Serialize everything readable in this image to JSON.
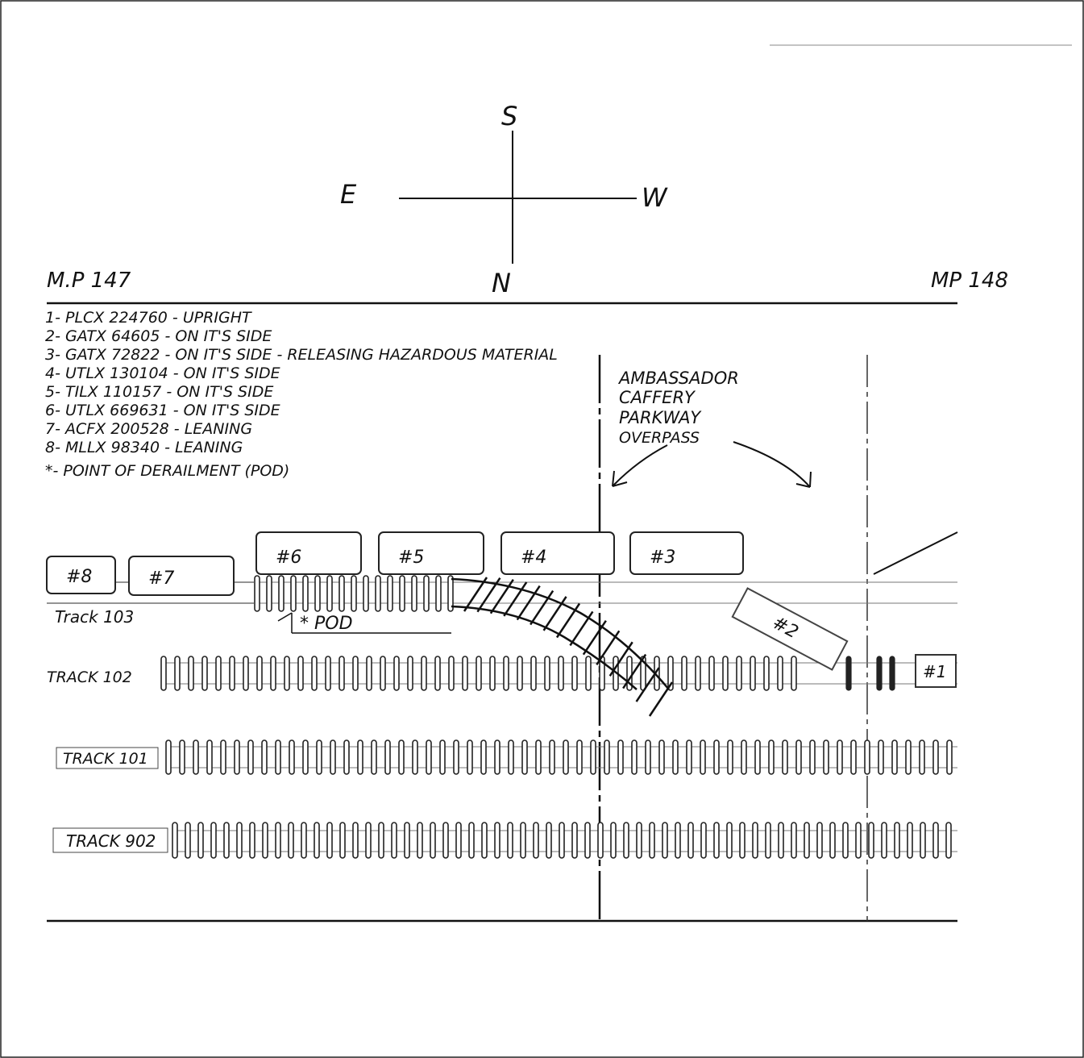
{
  "compass": {
    "south": "S",
    "east": "E",
    "west": "W",
    "north": "N"
  },
  "mileposts": {
    "left": "M.P 147",
    "right": "MP 148"
  },
  "legend": [
    {
      "num": "1",
      "text": "- PLCX 224760 - UPRIGHT"
    },
    {
      "num": "2",
      "text": "- GATX 64605 - ON IT'S SIDE"
    },
    {
      "num": "3",
      "text": "- GATX 72822 - ON IT'S SIDE - RELEASING HAZARDOUS MATERIAL"
    },
    {
      "num": "4",
      "text": "- UTLX 130104 - ON IT'S SIDE"
    },
    {
      "num": "5",
      "text": "- TILX 110157 - ON IT'S SIDE"
    },
    {
      "num": "6",
      "text": "- UTLX 669631 - ON IT'S SIDE"
    },
    {
      "num": "7",
      "text": "- ACFX 200528 - LEANING"
    },
    {
      "num": "8",
      "text": "- MLLX 98340 - LEANING"
    },
    {
      "num": "*",
      "text": "- POINT OF DERAILMENT (POD)"
    }
  ],
  "overpass_label": [
    "AMBASSADOR",
    "CAFFERY",
    "PARKWAY",
    "OVERPASS"
  ],
  "pod_label": "* POD",
  "tracks": {
    "t103": "Track 103",
    "t102": "TRACK 102",
    "t101": "TRACK 101",
    "t902": "TRACK 902"
  },
  "cars": [
    "#8",
    "#7",
    "#6",
    "#5",
    "#4",
    "#3",
    "#2",
    "#1"
  ]
}
